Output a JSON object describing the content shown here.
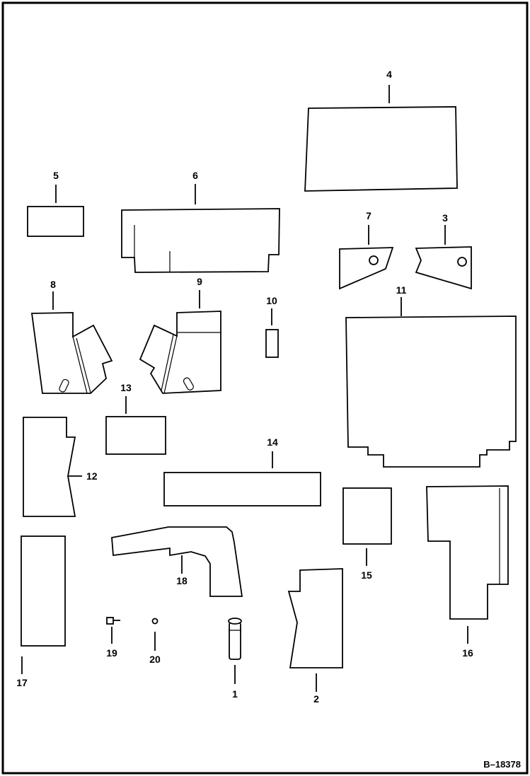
{
  "figure": {
    "reference": "B–18378",
    "callouts": {
      "p1": "1",
      "p2": "2",
      "p3": "3",
      "p4": "4",
      "p5": "5",
      "p6": "6",
      "p7": "7",
      "p8": "8",
      "p9": "9",
      "p10": "10",
      "p11": "11",
      "p12": "12",
      "p13": "13",
      "p14": "14",
      "p15": "15",
      "p16": "16",
      "p17": "17",
      "p18": "18",
      "p19": "19",
      "p20": "20"
    }
  }
}
